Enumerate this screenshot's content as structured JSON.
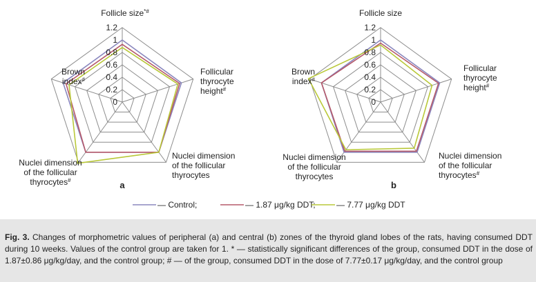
{
  "colors": {
    "grid": "#8c8c8c",
    "control": "#8a87be",
    "ddt_187": "#b5596a",
    "ddt_777": "#b9c838",
    "caption_bg": "#e6e6e6"
  },
  "legend": [
    {
      "label": "— Control;",
      "color_key": "control"
    },
    {
      "label": "— 1.87 μg/kg DDT;",
      "color_key": "ddt_187"
    },
    {
      "label": "— 7.77 μg/kg DDT",
      "color_key": "ddt_777"
    }
  ],
  "chart_data": [
    {
      "type": "radar",
      "panel_label": "a",
      "axis_ticks": [
        "0",
        "0.2",
        "0.4",
        "0.6",
        "0.8",
        "1",
        "1.2"
      ],
      "rlim": [
        0,
        1.2
      ],
      "axes": [
        {
          "lines": [
            "Follicle size*#"
          ]
        },
        {
          "lines": [
            "Follicular",
            "thyrocyte",
            "height#"
          ]
        },
        {
          "lines": [
            "Nuclei dimension",
            "of the follicular",
            "thyrocytes"
          ]
        },
        {
          "lines": [
            "Nuclei dimension",
            "of the follicular",
            "thyrocytes#"
          ]
        },
        {
          "lines": [
            "Brown",
            "index#"
          ]
        }
      ],
      "series": [
        {
          "color_key": "control",
          "values": [
            1.0,
            1.0,
            1.0,
            1.0,
            1.0
          ]
        },
        {
          "color_key": "ddt_187",
          "values": [
            0.93,
            0.97,
            1.0,
            1.0,
            0.95
          ]
        },
        {
          "color_key": "ddt_777",
          "values": [
            0.88,
            0.94,
            1.0,
            1.22,
            0.9
          ]
        }
      ]
    },
    {
      "type": "radar",
      "panel_label": "b",
      "axis_ticks": [
        "0",
        "0.2",
        "0.4",
        "0.6",
        "0.8",
        "1",
        "1.2"
      ],
      "rlim": [
        0,
        1.2
      ],
      "axes": [
        {
          "lines": [
            "Follicle size"
          ]
        },
        {
          "lines": [
            "Follicular",
            "thyrocyte",
            "height#"
          ]
        },
        {
          "lines": [
            "Nuclei dimension",
            "of the follicular",
            "thyrocytes#"
          ]
        },
        {
          "lines": [
            "Nuclei dimension",
            "of the follicular",
            "thyrocytes"
          ]
        },
        {
          "lines": [
            "Brown",
            "index#"
          ]
        }
      ],
      "series": [
        {
          "color_key": "control",
          "values": [
            1.0,
            1.0,
            1.0,
            1.0,
            1.0
          ]
        },
        {
          "color_key": "ddt_187",
          "values": [
            0.95,
            0.98,
            0.98,
            0.98,
            1.0
          ]
        },
        {
          "color_key": "ddt_777",
          "values": [
            0.92,
            0.87,
            0.92,
            0.95,
            1.22
          ]
        }
      ]
    }
  ],
  "caption": {
    "label": "Fig. 3.",
    "text": " Changes of morphometric values of peripheral (a) and central (b) zones of the thyroid gland lobes of the rats, having consumed DDT during 10 weeks. Values of the control group are taken for 1. * — statistically significant differences of the group, consumed DDT in the dose of 1.87±0.86 μg/kg/day, and the control group; # — of the group, consumed DDT in the dose of 7.77±0.17 μg/kg/day, and the control group"
  }
}
